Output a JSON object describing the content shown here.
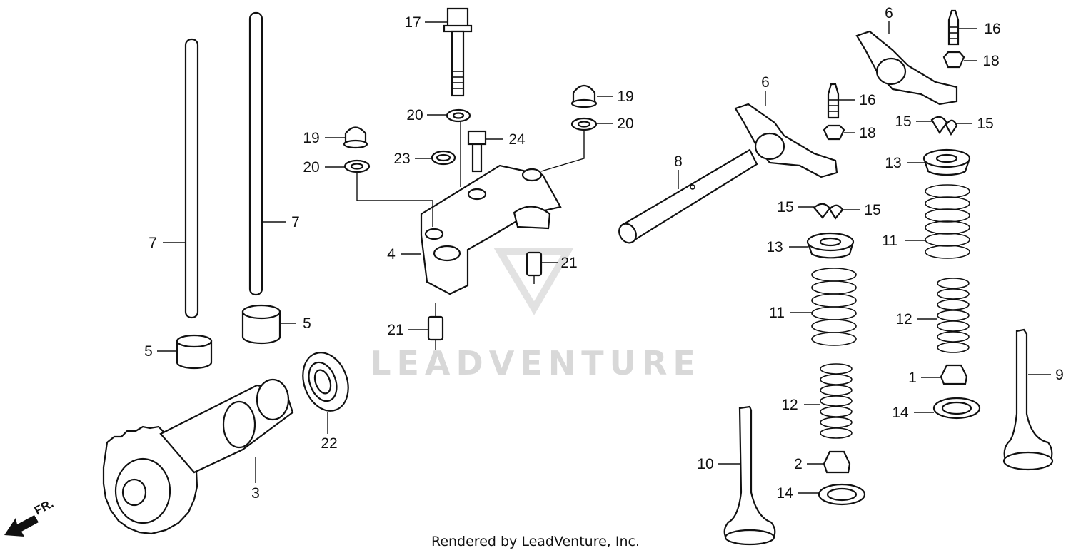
{
  "watermark": {
    "text": "LEADVENTURE"
  },
  "credit": "Rendered by LeadVenture, Inc.",
  "direction_marker": "FR.",
  "callouts": {
    "c1": "1",
    "c2": "2",
    "c3": "3",
    "c4": "4",
    "c5a": "5",
    "c5b": "5",
    "c6a": "6",
    "c6b": "6",
    "c7a": "7",
    "c7b": "7",
    "c8": "8",
    "c9": "9",
    "c10": "10",
    "c11a": "11",
    "c11b": "11",
    "c12a": "12",
    "c12b": "12",
    "c13a": "13",
    "c13b": "13",
    "c14a": "14",
    "c14b": "14",
    "c15a": "15",
    "c15b": "15",
    "c15c": "15",
    "c15d": "15",
    "c16a": "16",
    "c16b": "16",
    "c17": "17",
    "c18a": "18",
    "c18b": "18",
    "c19a": "19",
    "c19b": "19",
    "c20a": "20",
    "c20b": "20",
    "c20c": "20",
    "c21a": "21",
    "c21b": "21",
    "c22": "22",
    "c23": "23",
    "c24": "24"
  }
}
